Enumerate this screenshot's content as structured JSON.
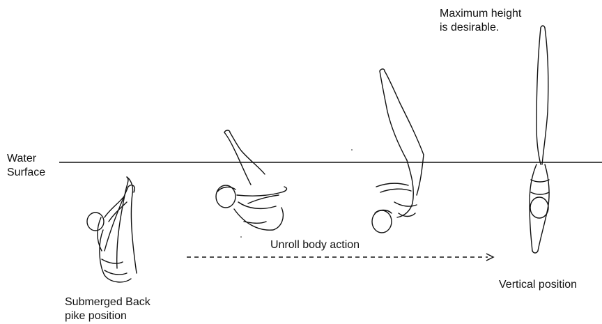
{
  "labels": {
    "water_surface": [
      "Water",
      "Surface"
    ],
    "maximum_height": [
      "Maximum height",
      "is desirable."
    ],
    "submerged": [
      "Submerged Back",
      "pike position"
    ],
    "unroll": "Unroll body action",
    "vertical": "Vertical position"
  },
  "figures": [
    {
      "name": "submerged-back-pike-diver"
    },
    {
      "name": "unrolling-diver-early"
    },
    {
      "name": "unrolling-diver-late"
    },
    {
      "name": "vertical-diver"
    }
  ],
  "colors": {
    "ink": "#111111",
    "background": "#ffffff"
  }
}
